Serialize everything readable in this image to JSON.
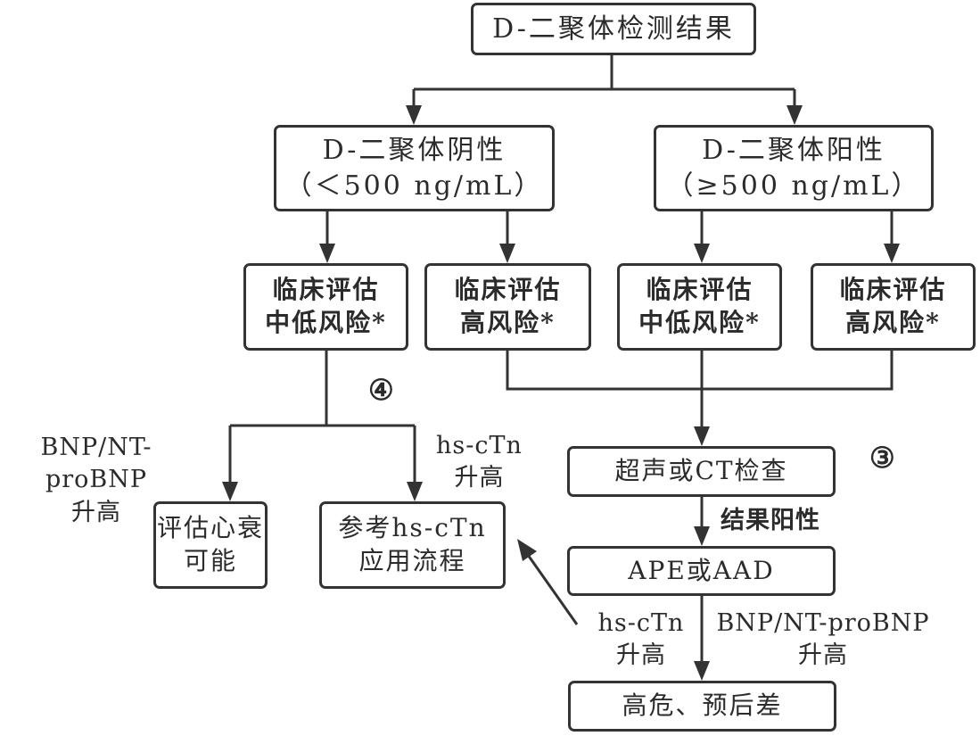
{
  "diagram": {
    "root": {
      "text": "D-二聚体检测结果"
    },
    "negative": {
      "line1": "D-二聚体阴性",
      "line2": "（＜500 ng/mL）"
    },
    "positive": {
      "line1": "D-二聚体阳性",
      "line2": "（≥500 ng/mL）"
    },
    "assess": [
      {
        "line1": "临床评估",
        "line2": "中低风险*"
      },
      {
        "line1": "临床评估",
        "line2": "高风险*"
      },
      {
        "line1": "临床评估",
        "line2": "中低风险*"
      },
      {
        "line1": "临床评估",
        "line2": "高风险*"
      }
    ],
    "heart_failure": {
      "line1": "评估心衰",
      "line2": "可能"
    },
    "hs_ctn_ref": {
      "line1": "参考hs-cTn",
      "line2": "应用流程"
    },
    "imaging": {
      "text": "超声或CT检查"
    },
    "ape_aad": {
      "text": "APE或AAD"
    },
    "outcome": {
      "text": "高危、预后差"
    },
    "edge_labels": {
      "bnp_left": {
        "line1": "BNP/NT-proBNP",
        "line2": "升高"
      },
      "hsctn_left": {
        "line1": "hs-cTn",
        "line2": "升高"
      },
      "result_positive": "结果阳性",
      "hsctn_bottom": {
        "line1": "hs-cTn",
        "line2": "升高"
      },
      "bnp_bottom": {
        "line1": "BNP/NT-proBNP",
        "line2": "升高"
      }
    },
    "markers": {
      "four": "④",
      "three": "③"
    },
    "colors": {
      "stroke": "#333333",
      "text": "#2b2b2b",
      "background": "#ffffff"
    }
  }
}
